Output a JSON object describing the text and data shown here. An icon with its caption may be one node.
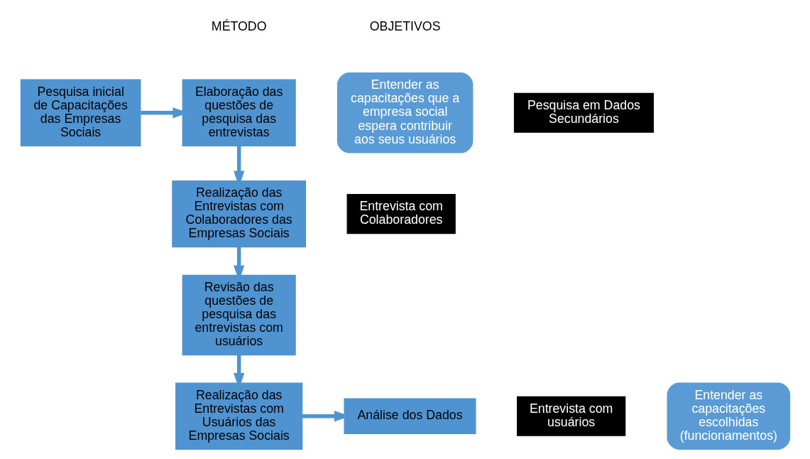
{
  "diagram": {
    "nodes": [
      {
        "text": [
          "Pesquisa em Dados Secundários"
        ]
      },
      {
        "text": [
          "Entrevista com Colaboradores"
        ]
      },
      {
        "text": [
          "Entrevista com usuários"
        ]
      },
      {
        "text": [
          "Pesquisa inicial de Capacitações das Empresas Sociais"
        ]
      },
      {
        "text": [
          "Elaboração das questões de pesquisa das entrevistas"
        ]
      },
      {
        "text": [
          "Realização das Entrevistas com Colaboradores das Empresas Sociais"
        ]
      },
      {
        "text": [
          "Revisão das questões de pesquisa das entrevistas com usuários"
        ]
      },
      {
        "text": [
          "Realização das Entrevistas com Usuários das Empresas Sociais"
        ]
      },
      {
        "text": [
          "Análise dos Dados"
        ]
      },
      {
        "text": [
          "Entender as capacitações que a empresa social espera contribuir aos seus usuários"
        ]
      },
      {
        "text": [
          "Entender as capacitações escolhidas (funcionamentos)"
        ]
      }
    ],
    "edges": [
      {
        "from": 3,
        "to": 4,
        "arrow": "to"
      },
      {
        "from": 4,
        "to": 5,
        "arrow": "to"
      },
      {
        "from": 5,
        "to": 6,
        "arrow": "to"
      },
      {
        "from": 6,
        "to": 7,
        "arrow": "to"
      },
      {
        "from": 7,
        "to": 8,
        "arrow": "to"
      }
    ],
    "labels": [
      "MÉTODO",
      "OBJETIVOS"
    ]
  }
}
